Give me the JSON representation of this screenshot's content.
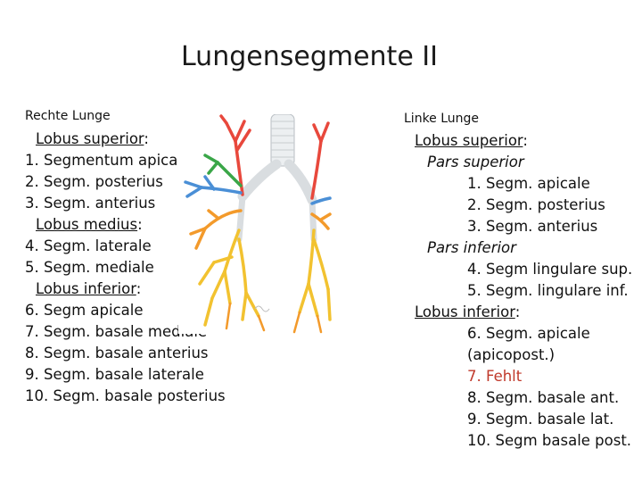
{
  "title": "Lungensegmente II",
  "right_lung": {
    "heading": "Rechte Lunge",
    "lobus_superior": "Lobus superior",
    "item1": "1. Segmentum apicale",
    "item2": "2. Segm. posterius",
    "item3": "3. Segm. anterius",
    "lobus_medius": "Lobus medius",
    "item4": "4. Segm. laterale",
    "item5": "5. Segm. mediale",
    "lobus_inferior": "Lobus inferior",
    "item6": "6. Segm apicale",
    "item7": "7. Segm. basale mediale",
    "item8": "8. Segm. basale anterius",
    "item9": "9. Segm. basale laterale",
    "item10": "10. Segm. basale posterius"
  },
  "left_lung": {
    "heading": "Linke Lunge",
    "lobus_superior": "Lobus superior",
    "pars_superior": "Pars superior",
    "item1": "1. Segm. apicale",
    "item2": "2. Segm. posterius",
    "item3": "3. Segm. anterius",
    "pars_inferior": "Pars inferior",
    "item4": "4. Segm lingulare sup.",
    "item5": "5. Segm. lingulare inf.",
    "lobus_inferior": "Lobus inferior",
    "item6": "6. Segm. apicale",
    "item6b": "(apicopost.)",
    "item7": "7. Fehlt",
    "item8": "8. Segm. basale ant.",
    "item9": "9. Segm. basale lat.",
    "item10": "10. Segm basale post."
  },
  "colors": {
    "red": "#e8483c",
    "green": "#3aa648",
    "blue": "#4a8fd6",
    "orange": "#f39a2b",
    "yellow": "#f2c230",
    "bronchus": "#e8ecef",
    "fehlt": "#c0392b"
  }
}
